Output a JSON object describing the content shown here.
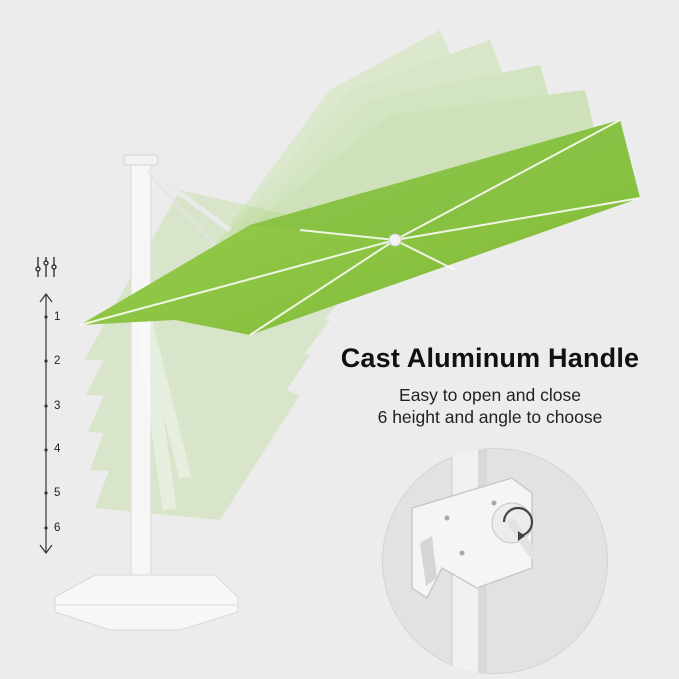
{
  "headline": "Cast Aluminum Handle",
  "subtitle_line1": "Easy to open and close",
  "subtitle_line2": "6 height and angle to choose",
  "height_levels": [
    "1",
    "2",
    "3",
    "4",
    "5",
    "6"
  ],
  "icons": {
    "adjust": "sliders-icon",
    "direction": "up-down-arrow-icon",
    "crank": "rotate-icon"
  },
  "colors": {
    "canopy": "#8cc63f",
    "canopy_light": "#b7dd86",
    "frame": "#f4f4f4",
    "background": "#ececec"
  }
}
